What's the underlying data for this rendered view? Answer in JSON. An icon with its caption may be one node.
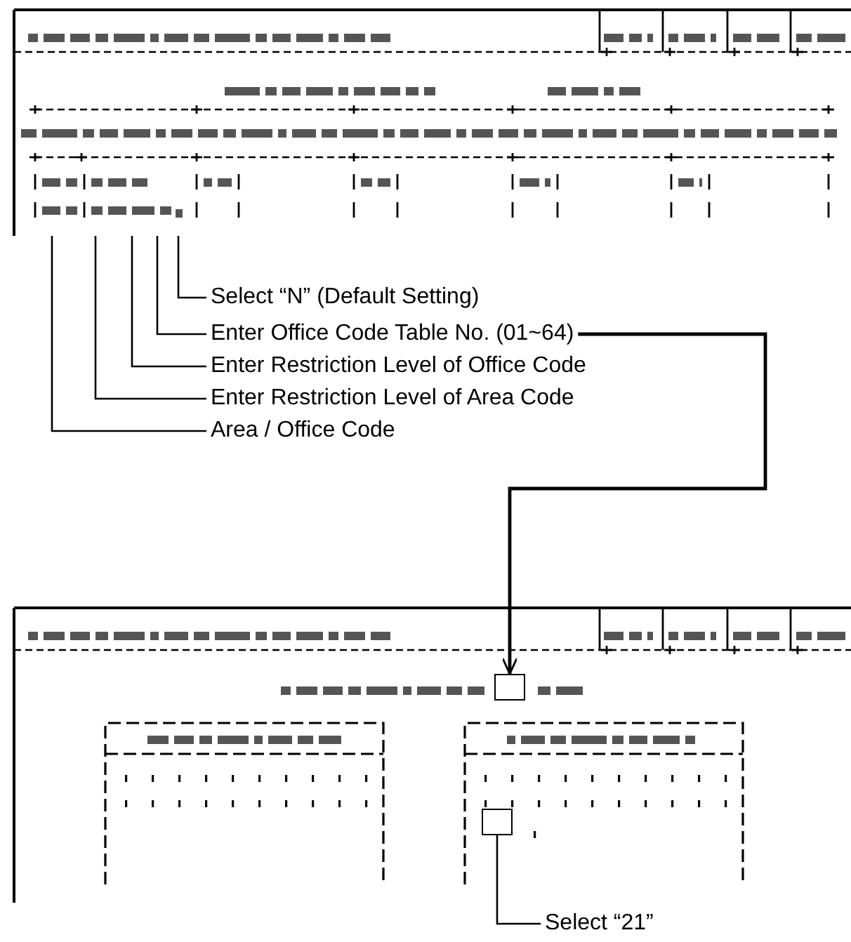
{
  "diagram": {
    "nodes": [
      {
        "text": [],
        "shape": "picture"
      },
      {
        "text": [
          "Select “N” (Default Setting)"
        ]
      },
      {
        "text": [
          "Enter Office Code Table No. (01~64)"
        ]
      },
      {
        "text": [
          "Enter Restriction Level of Office Code"
        ]
      },
      {
        "text": [
          "Enter Restriction Level of Area Code"
        ]
      },
      {
        "text": [
          "Area / Office Code"
        ]
      },
      {
        "text": [],
        "shape": "picture"
      },
      {
        "text": [],
        "shape": "box",
        "in": 6
      },
      {
        "text": [],
        "shape": "box",
        "in": 6
      },
      {
        "text": [
          "Select “21”"
        ]
      }
    ],
    "edges": [
      {
        "from": 1,
        "to": 0,
        "arrow": "none"
      },
      {
        "from": 2,
        "to": 0,
        "arrow": "none"
      },
      {
        "from": 3,
        "to": 0,
        "arrow": "none"
      },
      {
        "from": 4,
        "to": 0,
        "arrow": "none"
      },
      {
        "from": 5,
        "to": 0,
        "arrow": "none"
      },
      {
        "from": 2,
        "to": 7,
        "arrow": "to"
      },
      {
        "from": 9,
        "to": 8,
        "arrow": "none"
      }
    ]
  }
}
